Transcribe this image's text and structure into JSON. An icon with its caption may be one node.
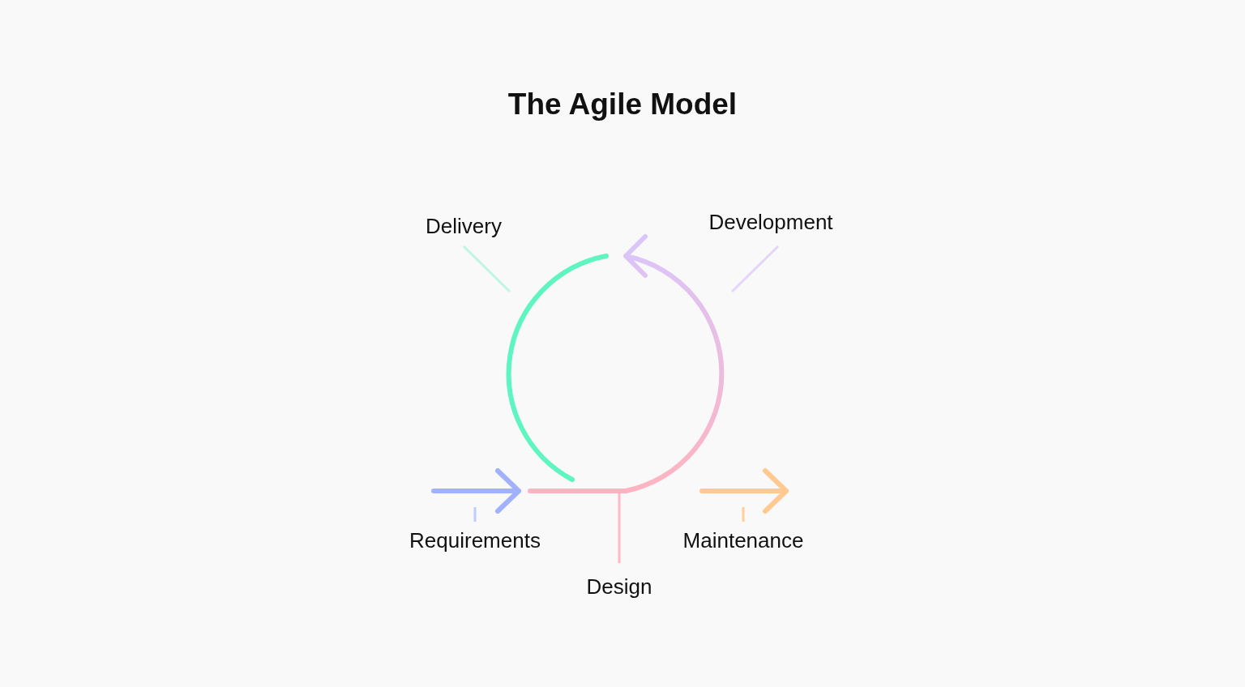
{
  "diagram": {
    "title": "The Agile Model",
    "nodes": [
      {
        "text": [
          "Delivery"
        ]
      },
      {
        "text": [
          "Development"
        ]
      },
      {
        "text": [
          "Requirements"
        ]
      },
      {
        "text": [
          "Design"
        ]
      },
      {
        "text": [
          "Maintenance"
        ]
      },
      {
        "text": [],
        "shape": "arc"
      },
      {
        "text": [],
        "shape": "arc"
      },
      {
        "text": [],
        "shape": "line"
      },
      {
        "text": [],
        "shape": "arrow"
      },
      {
        "text": [],
        "shape": "arrow"
      }
    ],
    "edges": [
      {
        "from": 0,
        "to": 5,
        "arrow": "none",
        "color": "#bff5e3"
      },
      {
        "from": 1,
        "to": 6,
        "arrow": "none",
        "color": "#e5d5fb"
      },
      {
        "from": 2,
        "to": 8,
        "arrow": "none",
        "color": "#c0cdfc"
      },
      {
        "from": 3,
        "to": 7,
        "arrow": "none",
        "color": "#ffb8c4"
      },
      {
        "from": 4,
        "to": 9,
        "arrow": "none",
        "color": "#ffcf99"
      }
    ]
  }
}
